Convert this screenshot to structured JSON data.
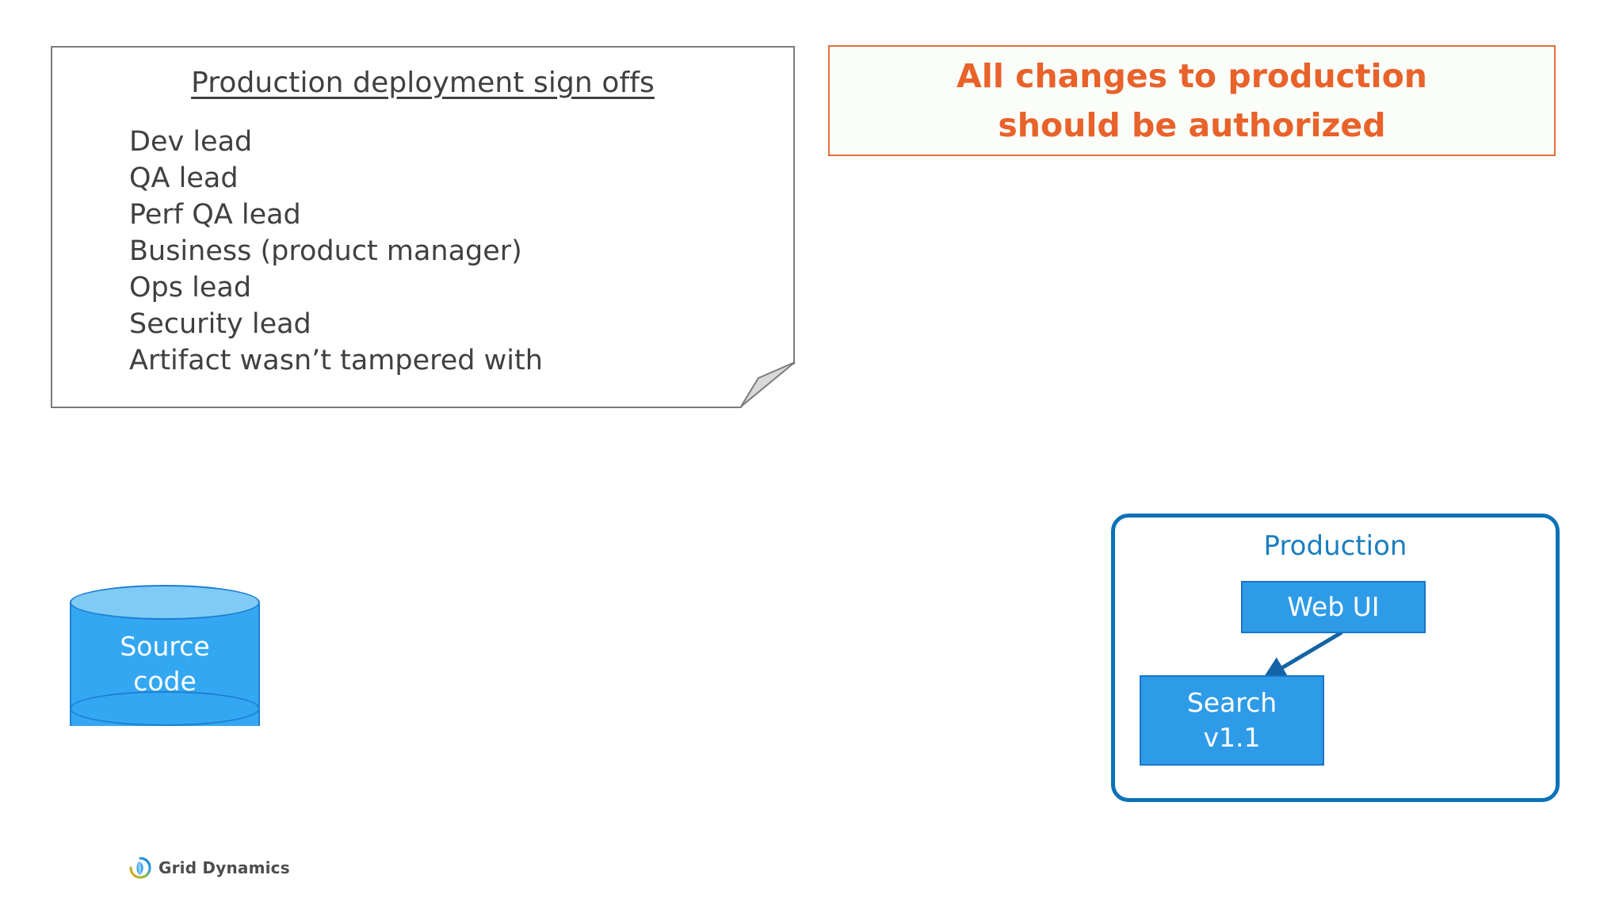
{
  "slide": {
    "background_color": "#FFFFFF"
  },
  "note": {
    "title": "Production deployment sign offs",
    "items": [
      "Dev lead",
      "QA lead",
      "Perf QA lead",
      "Business (product manager)",
      "Ops lead",
      "Security lead",
      "Artifact wasn’t tampered with"
    ],
    "border_color": "#7B7B7B",
    "text_color": "#404040",
    "fold_color": "#D9D9D9"
  },
  "callout": {
    "line1": "All changes to production",
    "line2": "should be authorized",
    "text_color": "#E8622A",
    "border_color": "#E2703A",
    "fill_color": "#FBFDF9"
  },
  "source_store": {
    "label_line1": "Source",
    "label_line2": "code",
    "body_color": "#34A7F2",
    "top_color": "#7FCBF5",
    "outline_color": "#1C7FD4",
    "text_color": "#FFFFFF"
  },
  "production": {
    "title": "Production",
    "title_color": "#1A7EC0",
    "border_color": "#0B72B9",
    "services": [
      {
        "label_line1": "Web UI",
        "label_line2": ""
      },
      {
        "label_line1": "Search",
        "label_line2": "v1.1"
      }
    ],
    "service_fill": "#2E9BE8",
    "service_border": "#1976C8",
    "service_text_color": "#FFFFFF",
    "arrow_color": "#1464A5",
    "arrow_from": "Web UI",
    "arrow_to": "Search v1.1"
  },
  "logo": {
    "text": "Grid Dynamics",
    "icon": "grid-dynamics-swirl-icon",
    "text_color": "#4D4D4D"
  }
}
